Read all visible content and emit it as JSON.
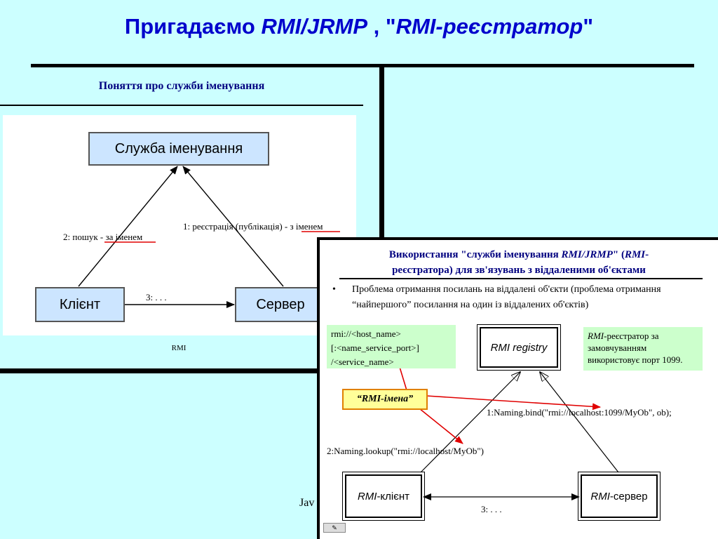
{
  "title": {
    "prefix": "Пригадаємо ",
    "em1": "RMI/JRMP",
    "mid": " , \"",
    "em2": "RMI-реєстратор",
    "suffix": "\""
  },
  "left_slide": {
    "heading": "Поняття про служби іменування",
    "naming_service": "Служба іменування",
    "client": "Клієнт",
    "server": "Сервер",
    "label_lookup": "2: пошук - за іменем",
    "label_register": "1: реєстрація (публікація) - з іменем",
    "label_call": "3: . . .",
    "caption": "RMI"
  },
  "footer_partial": "Jav",
  "right_slide": {
    "heading_line1_a": "Використання \"служби іменування ",
    "heading_line1_em": "RMI/JRMP",
    "heading_line1_b": "\" (",
    "heading_line1_em2": "RMI",
    "heading_line1_c": "-",
    "heading_line2": "реєстратора) для зв'язувань з віддаленими об'єктами",
    "bullet_dot": "•",
    "bullet_text": "Проблема отримання посилань на віддалені об'єкти (проблема отримання “найпершого” посилання на один із віддалених об'єктів)",
    "url_line1": "rmi://<host_name>",
    "url_line2": "[:<name_service_port>]",
    "url_line3": "/<service_name>",
    "registry": "RMI registry",
    "note_em": "RMI",
    "note_text": "-реєстратор за замовчуванням використовує порт 1099.",
    "names_label": "“RMI-імена”",
    "bind_label": "1:Naming.bind(\"rmi://localhost:1099/MyOb\", ob);",
    "lookup_label": "2:Naming.lookup(\"rmi://localhost/MyOb\")",
    "client_em": "RMI",
    "client_text": "-клієнт",
    "server_em": "RMI",
    "server_text": "-сервер",
    "call_label": "3: . . ."
  },
  "colors": {
    "background": "#ccffff",
    "title": "#0000cc",
    "heading": "#000080",
    "box_blue": "#cce5ff",
    "green_box": "#ccffcc",
    "yellow_box": "#ffff99",
    "red_arrow": "#e00000"
  }
}
